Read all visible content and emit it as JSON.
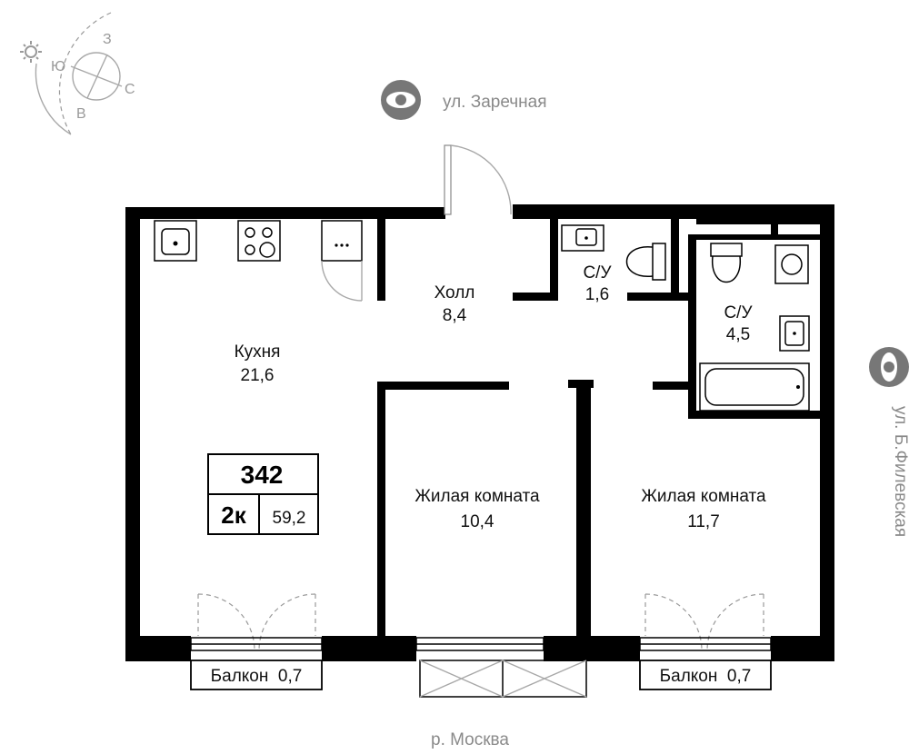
{
  "compass": {
    "south": "Ю",
    "west": "З",
    "north": "С",
    "east": "В"
  },
  "streets": {
    "top": "ул. Заречная",
    "right": "ул. Б.Филевская",
    "bottom": "р. Москва"
  },
  "rooms": {
    "kitchen": {
      "name": "Кухня",
      "area": "21,6"
    },
    "hall": {
      "name": "Холл",
      "area": "8,4"
    },
    "wc_small": {
      "name": "С/У",
      "area": "1,6"
    },
    "wc_large": {
      "name": "С/У",
      "area": "4,5"
    },
    "living_1": {
      "name": "Жилая комната",
      "area": "10,4"
    },
    "living_2": {
      "name": "Жилая комната",
      "area": "11,7"
    }
  },
  "balconies": {
    "left": "Балкон  0,7",
    "right": "Балкон  0,7"
  },
  "apartment": {
    "number": "342",
    "type": "2к",
    "area": "59,2"
  },
  "colors": {
    "walls": "#000000",
    "street_text": "#8a8a8a",
    "eye_icon": "#777777"
  }
}
